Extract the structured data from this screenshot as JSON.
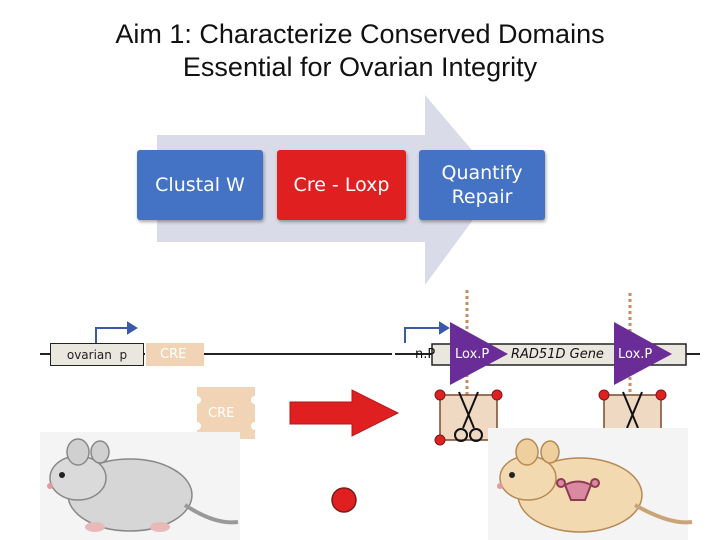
{
  "title_line1": "Aim 1: Characterize Conserved Domains",
  "title_line2": "Essential for Ovarian Integrity",
  "process": {
    "step1": "Clustal W",
    "step2": "Cre - Loxp",
    "step3_line1": "Quantify",
    "step3_line2": "Repair"
  },
  "constructs": {
    "promoter_label": "ovarian  p",
    "cre_label": "CRE",
    "cre_protein_label": "CRE",
    "promoter_right_label": "n.P",
    "loxp_left": "Lox.P",
    "gene_label": "RAD51D Gene",
    "loxp_right": "Lox.P"
  },
  "colors": {
    "blue": "#4472c4",
    "red": "#e02020",
    "purple": "#6a2c96",
    "arrow_bg": "#d9dbe9",
    "tan": "#f4e3cf"
  }
}
